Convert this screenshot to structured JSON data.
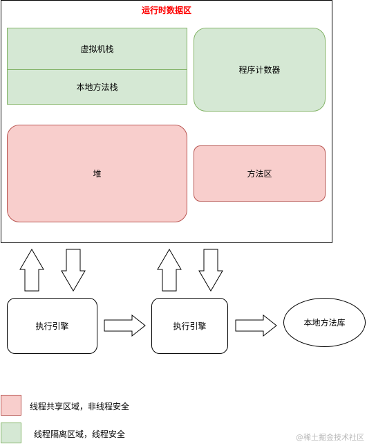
{
  "runtime_area": {
    "title": "运行时数据区"
  },
  "vm_stack": {
    "label": "虚拟机栈"
  },
  "native_method_stack": {
    "label": "本地方法栈"
  },
  "program_counter": {
    "label": "程序计数器"
  },
  "heap": {
    "label": "堆"
  },
  "method_area": {
    "label": "方法区"
  },
  "execution_engine_1": {
    "label": "执行引擎"
  },
  "execution_engine_2": {
    "label": "执行引擎"
  },
  "native_library": {
    "label": "本地方法库"
  },
  "legend": {
    "shared": {
      "label": "线程共享区域，非线程安全",
      "color": "#f8cecc"
    },
    "isolated": {
      "label": "线程隔离区域，线程安全",
      "color": "#d5e8d4"
    }
  },
  "watermark": "@稀土掘金技术社区"
}
